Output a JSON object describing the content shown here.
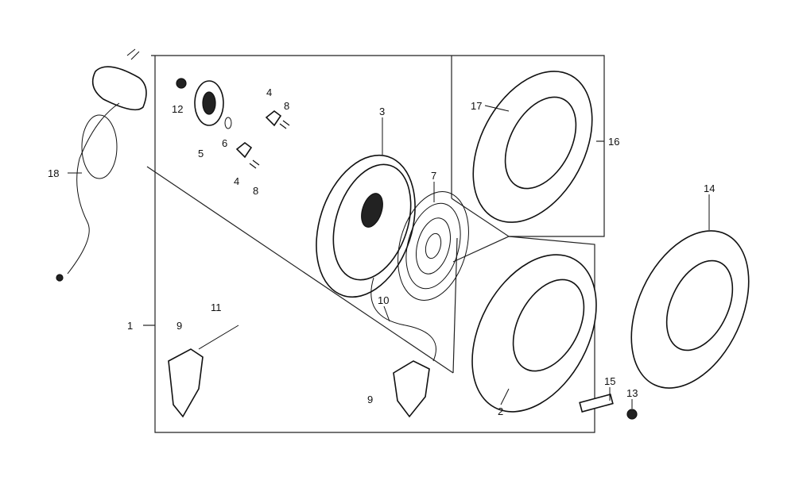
{
  "diagram": {
    "title": "Recoil starter exploded parts diagram",
    "callouts": [
      "1",
      "2",
      "3",
      "4",
      "4",
      "5",
      "6",
      "7",
      "8",
      "8",
      "9",
      "9",
      "10",
      "11",
      "12",
      "13",
      "14",
      "15",
      "16",
      "17",
      "18"
    ]
  }
}
